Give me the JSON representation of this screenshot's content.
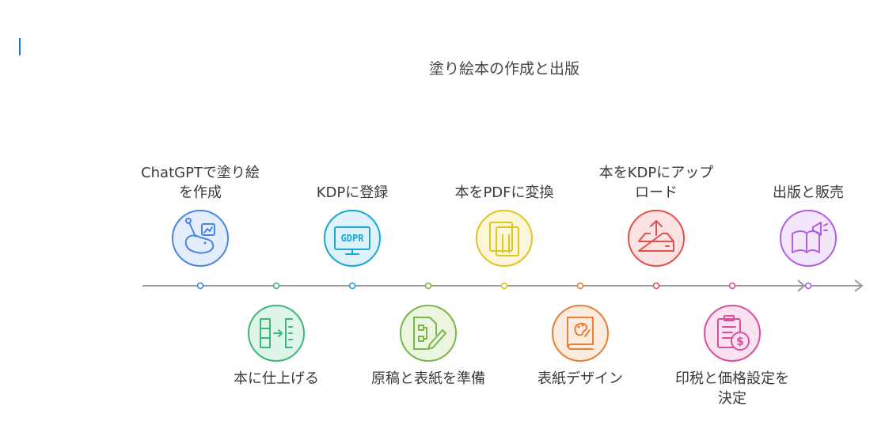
{
  "title": "塗り絵本の作成と出版",
  "steps": [
    {
      "label": "ChatGPTで塗り絵を作成",
      "color": "#4a86e0",
      "fill": "#e3edfb",
      "icon": "paint-brush-elephant-icon"
    },
    {
      "label": "本に仕上げる",
      "color": "#3cb878",
      "fill": "#e0f5ea",
      "icon": "layout-columns-icon"
    },
    {
      "label": "KDPに登録",
      "color": "#1aa7d6",
      "fill": "#ddf2fa",
      "icon": "gdpr-monitor-icon"
    },
    {
      "label": "原稿と表紙を準備",
      "color": "#7ab648",
      "fill": "#ebf5e0",
      "icon": "document-edit-icon"
    },
    {
      "label": "本をPDFに変換",
      "color": "#e0c51c",
      "fill": "#fbf6d8",
      "icon": "pdf-pages-icon"
    },
    {
      "label": "表紙デザイン",
      "color": "#e6813a",
      "fill": "#fcece0",
      "icon": "palette-book-icon"
    },
    {
      "label": "本をKDPにアップロード",
      "color": "#e0514f",
      "fill": "#fbe3e3",
      "icon": "upload-tray-icon"
    },
    {
      "label": "印税と価格設定を決定",
      "color": "#d94f9e",
      "fill": "#fae2f0",
      "icon": "clipboard-dollar-icon"
    },
    {
      "label": "出版と販売",
      "color": "#b05fe0",
      "fill": "#f3e6fb",
      "icon": "book-megaphone-icon"
    }
  ]
}
